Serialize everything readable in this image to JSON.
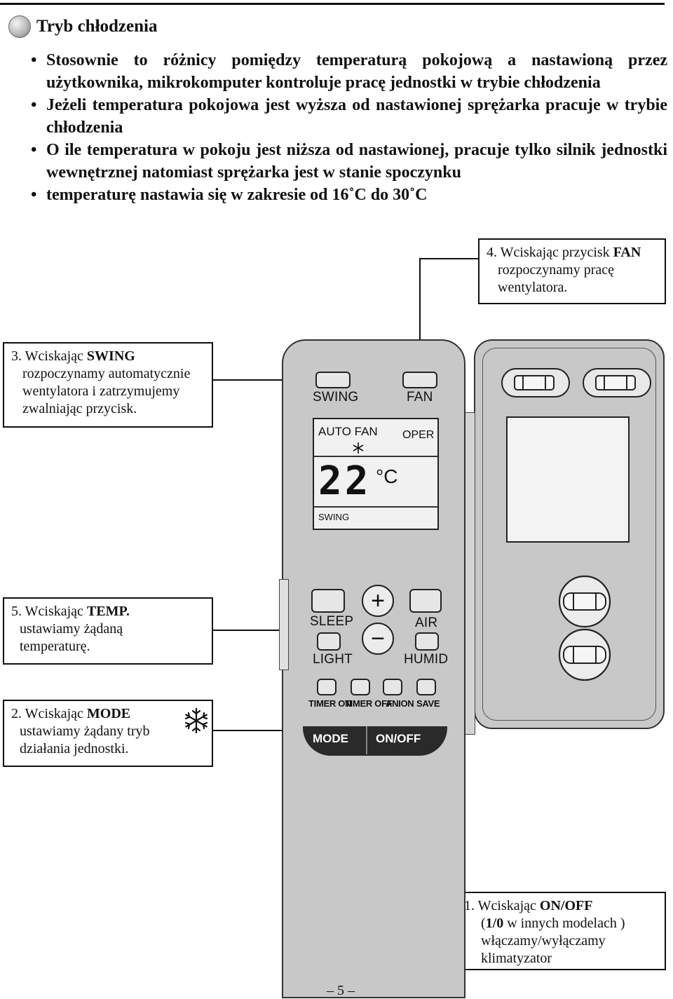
{
  "section": {
    "icon": "gray-ball-icon",
    "title": "Tryb chłodzenia"
  },
  "bullets": [
    "Stosownie to różnicy pomiędzy temperaturą pokojową a nastawioną przez użytkownika, mikrokomputer kontroluje pracę jednostki w trybie chłodzenia",
    "Jeżeli temperatura pokojowa jest wyższa od nastawionej sprężarka pracuje w trybie chłodzenia",
    "O ile temperatura w pokoju jest niższa od nastawionej, pracuje tylko silnik jednostki wewnętrznej natomiast sprężarka jest w stanie spoczynku",
    "temperaturę nastawia się w zakresie od 16˚C do 30˚C"
  ],
  "callouts": {
    "fan": {
      "prefix": "4. Wciskając przycisk ",
      "bold": "FAN",
      "line2": "rozpoczynamy pracę",
      "line3": "wentylatora."
    },
    "swing": {
      "prefix": "3. Wciskając ",
      "bold": "SWING",
      "line2": "rozpoczynamy automatycznie",
      "line3": "wentylatora i zatrzymujemy",
      "line4": "zwalniając przycisk."
    },
    "temp": {
      "prefix": "5. Wciskając ",
      "bold": "TEMP.",
      "line2": "ustawiamy żądaną",
      "line3": "temperaturę."
    },
    "mode": {
      "prefix": "2. Wciskając ",
      "bold": "MODE",
      "line2": "ustawiamy żądany tryb",
      "line3": "działania jednostki."
    },
    "onoff": {
      "prefix": "1. Wciskając ",
      "bold": "ON/OFF",
      "line2a": "(",
      "line2b": "1/0",
      "line2c": " w innych modelach )",
      "line3": "włączamy/wyłączamy",
      "line4": "klimatyzator"
    }
  },
  "remote": {
    "swing": "SWING",
    "fan": "FAN",
    "lcd": {
      "auto_fan": "AUTO FAN",
      "oper": "OPER",
      "temp": "22",
      "unit": "°C",
      "swing": "SWING"
    },
    "plus": "+",
    "minus": "−",
    "sleep": "SLEEP",
    "air": "AIR",
    "light": "LIGHT",
    "humid": "HUMID",
    "timer_on": "TIMER ON",
    "timer_off": "TIMER OFF",
    "anion": "ANION",
    "save": "SAVE",
    "mode": "MODE",
    "onoff": "ON/OFF"
  },
  "page_number": "– 5 –"
}
